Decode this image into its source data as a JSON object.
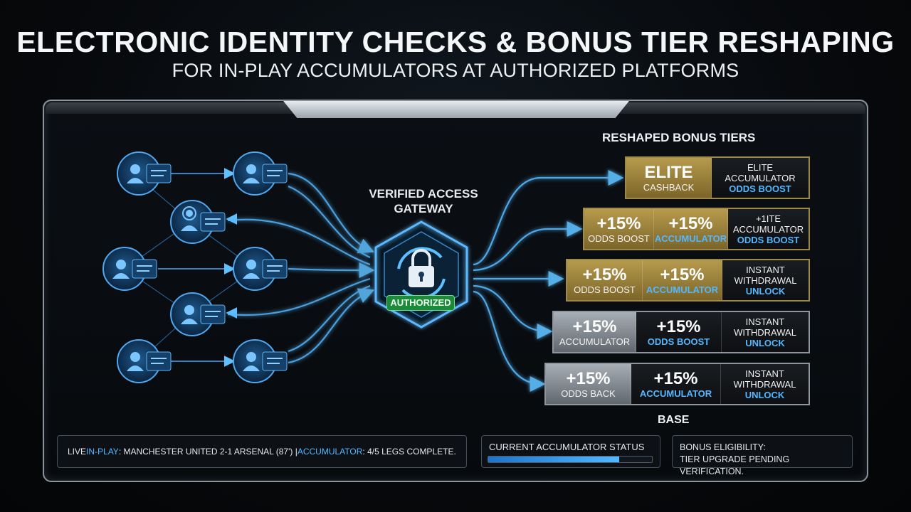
{
  "title": "ELECTRONIC IDENTITY CHECKS & BONUS TIER RESHAPING",
  "subtitle": "FOR IN-PLAY ACCUMULATORS AT AUTHORIZED PLATFORMS",
  "gateway": {
    "label_line1": "VERIFIED ACCESS",
    "label_line2": "GATEWAY",
    "badge": "AUTHORIZED",
    "icon": "padlock-icon"
  },
  "tiers": {
    "title": "RESHAPED BONUS TIERS",
    "base_label": "BASE",
    "rows": [
      {
        "cells": [
          {
            "big": "ELITE",
            "small": "CASHBACK"
          },
          {
            "lines": [
              "ELITE",
              "ACCUMULATOR"
            ],
            "accent": "ODDS BOOST"
          }
        ]
      },
      {
        "cells": [
          {
            "big": "+15%",
            "small": "ODDS BOOST"
          },
          {
            "big": "+15%",
            "accent": "ACCUMULATOR"
          },
          {
            "lines": [
              "+1ITE",
              "ACCUMULATOR"
            ],
            "accent": "ODDS BOOST"
          }
        ]
      },
      {
        "cells": [
          {
            "big": "+15%",
            "small": "ODDS BOOST"
          },
          {
            "big": "+15%",
            "accent": "ACCUMULATOR"
          },
          {
            "lines": [
              "INSTANT",
              "WITHDRAWAL"
            ],
            "accent": "UNLOCK"
          }
        ]
      },
      {
        "cells": [
          {
            "big": "+15%",
            "small": "ACCUMULATOR"
          },
          {
            "big": "+15%",
            "accent": "ODDS BOOST"
          },
          {
            "lines": [
              "INSTANT",
              "WITHDRAWAL"
            ],
            "accent": "UNLOCK"
          }
        ]
      },
      {
        "cells": [
          {
            "big": "+15%",
            "small": "ODDS BACK"
          },
          {
            "big": "+15%",
            "accent": "ACCUMULATOR"
          },
          {
            "lines": [
              "INSTANT",
              "WITHDRAWAL"
            ],
            "accent": "UNLOCK"
          }
        ]
      }
    ]
  },
  "ticker": {
    "live": "LIVE ",
    "inplay": "IN-PLAY",
    "match": ": MANCHESTER UNITED 2-1 ARSENAL (87') | ",
    "acc": "ACCUMULATOR",
    "legs": ": 4/5 LEGS COMPLETE."
  },
  "status": {
    "title": "CURRENT ACCUMULATOR STATUS",
    "progress_fraction": 0.8
  },
  "eligibility": {
    "line1": "BONUS ELIGIBILITY:",
    "line2": "TIER UPGRADE PENDING VERIFICATION."
  },
  "colors": {
    "accent_blue": "#53b7ff",
    "gold": "#b69a4d",
    "silver": "#a7aeb5",
    "authorized_green": "#1d8a3a"
  }
}
